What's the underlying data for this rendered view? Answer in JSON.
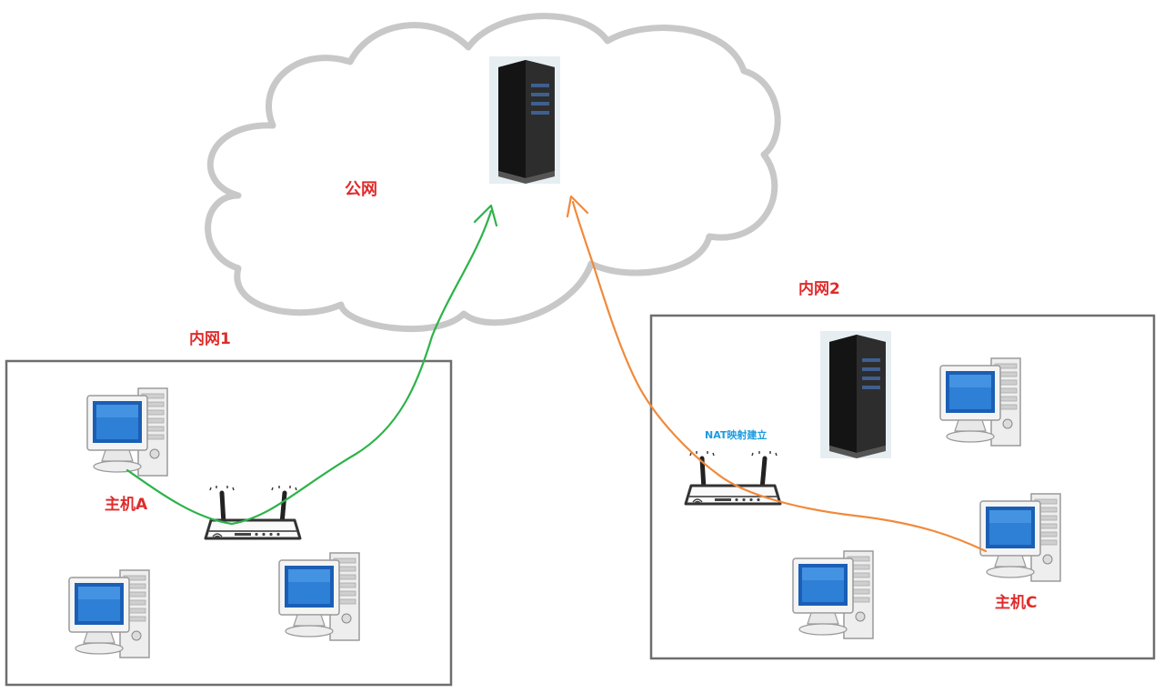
{
  "labels": {
    "public_net": "公网",
    "lan1": "内网1",
    "lan2": "内网2",
    "host_a": "主机A",
    "host_c": "主机C",
    "nat_note": "NAT映射建立"
  },
  "colors": {
    "cloud_stroke": "#c8c8c8",
    "box_stroke": "#6e6e6e",
    "label_red": "#e02b2b",
    "label_blue": "#1a9be0",
    "path_green": "#2db34a",
    "path_orange": "#f08a3c"
  },
  "icons": {
    "server": "server-tower-icon",
    "computer": "desktop-computer-icon",
    "router": "wifi-router-icon"
  }
}
